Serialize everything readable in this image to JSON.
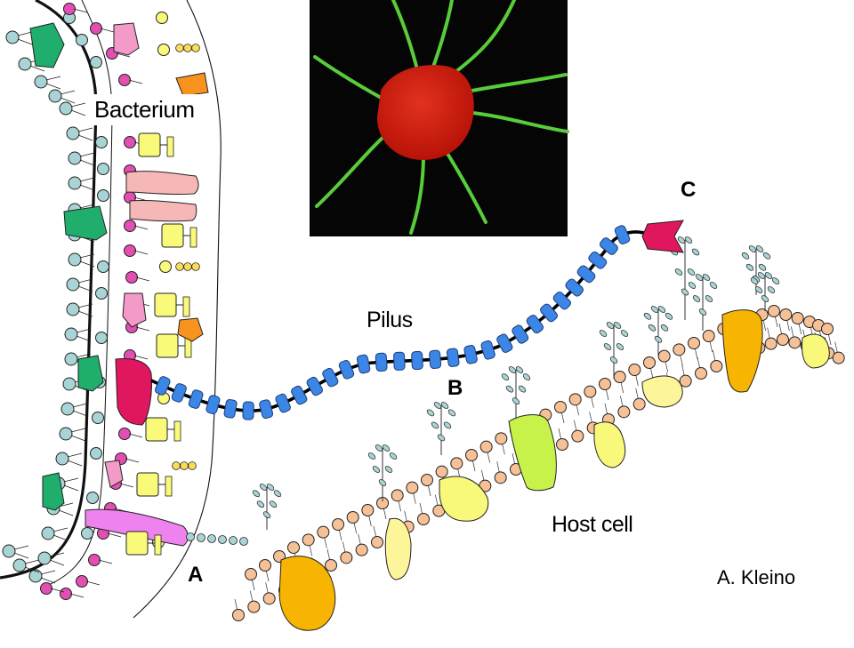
{
  "labels": {
    "bacterium": "Bacterium",
    "pilus": "Pilus",
    "host_cell": "Host cell",
    "credit": "A. Kleino",
    "point_a": "A",
    "point_b": "B",
    "point_c": "C"
  },
  "colors": {
    "pilus_subunit": "#3b86e6",
    "pilus_tip": "#e0165f",
    "host_lipid_head": "#f6c196",
    "bacterium_outer_head": "#a9d4d6",
    "bacterium_inner_head": "#e24fb2",
    "glycan": "#a9d4d6",
    "micrograph_bg": "#050505",
    "micrograph_body": "#d31e10",
    "micrograph_pili": "#58cc3a"
  }
}
